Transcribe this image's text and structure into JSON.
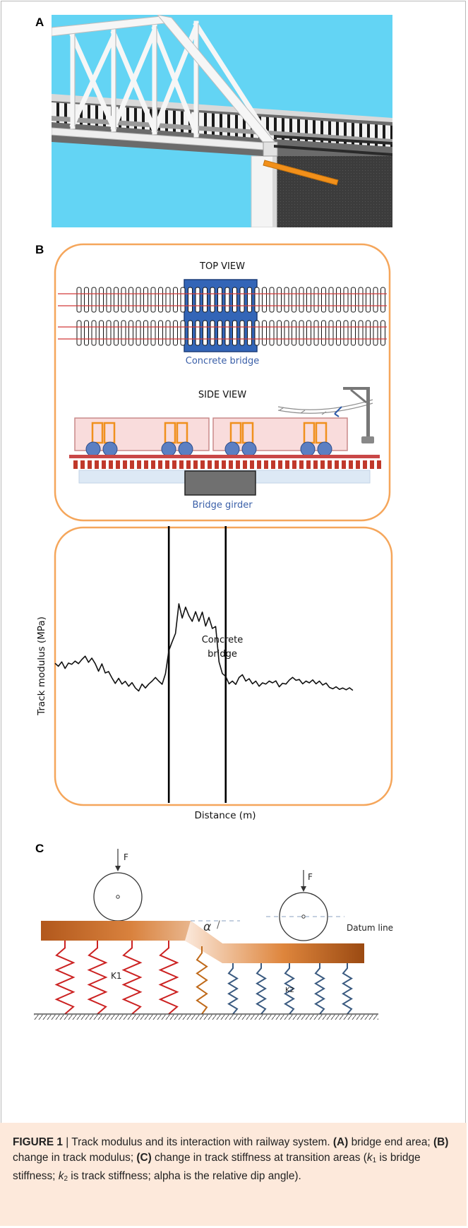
{
  "panels": {
    "a": {
      "letter": "A"
    },
    "b": {
      "letter": "B",
      "top_view_title": "TOP VIEW",
      "concrete_bridge_label": "Concrete  bridge",
      "side_view_title": "SIDE VIEW",
      "bridge_girder_label": "Bridge girder"
    },
    "c": {
      "letter": "C",
      "force_label_1": "F",
      "force_label_2": "F",
      "alpha_label": "α",
      "datum_label": "Datum line",
      "k1_label": "K1",
      "k2_label": "K2"
    }
  },
  "chart_data": {
    "type": "line",
    "title": "",
    "xlabel": "Distance (m)",
    "ylabel": "Track modulus (MPa)",
    "annotation": "Concrete bridge",
    "annotation_lines": [
      "Concrete",
      "bridge"
    ],
    "bridge_start": 34,
    "bridge_end": 51,
    "xlim": [
      0,
      100
    ],
    "ylim": [
      0,
      100
    ],
    "series": [
      {
        "values": [
          [
            0,
            57.4
          ],
          [
            1,
            55.9
          ],
          [
            2,
            58.1
          ],
          [
            3,
            54.8
          ],
          [
            4,
            57.5
          ],
          [
            5,
            56.9
          ],
          [
            6,
            58.5
          ],
          [
            7,
            57.2
          ],
          [
            8,
            59.3
          ],
          [
            9,
            61.0
          ],
          [
            10,
            57.9
          ],
          [
            11,
            60.0
          ],
          [
            12,
            57.2
          ],
          [
            13,
            53.4
          ],
          [
            14,
            57.1
          ],
          [
            15,
            52.5
          ],
          [
            16,
            53.2
          ],
          [
            17,
            50.0
          ],
          [
            18,
            47.2
          ],
          [
            19,
            49.8
          ],
          [
            20,
            46.9
          ],
          [
            21,
            48.3
          ],
          [
            22,
            45.8
          ],
          [
            23,
            47.6
          ],
          [
            24,
            44.9
          ],
          [
            25,
            43.4
          ],
          [
            26,
            46.9
          ],
          [
            27,
            44.9
          ],
          [
            28,
            46.9
          ],
          [
            29,
            48.4
          ],
          [
            30,
            50.2
          ],
          [
            31,
            48.4
          ],
          [
            32,
            46.8
          ],
          [
            33,
            52.1
          ],
          [
            34,
            63.8
          ],
          [
            35,
            68.3
          ],
          [
            36,
            72.5
          ],
          [
            37,
            87.5
          ],
          [
            38,
            80.3
          ],
          [
            39,
            85.8
          ],
          [
            40,
            81.5
          ],
          [
            41,
            78.6
          ],
          [
            42,
            83.5
          ],
          [
            43,
            78.6
          ],
          [
            44,
            83.3
          ],
          [
            45,
            76.2
          ],
          [
            46,
            80.6
          ],
          [
            47,
            75.0
          ],
          [
            48,
            76.0
          ],
          [
            49,
            58.1
          ],
          [
            50,
            52.2
          ],
          [
            51,
            50.8
          ],
          [
            52,
            47.0
          ],
          [
            53,
            48.4
          ],
          [
            54,
            46.7
          ],
          [
            55,
            50.2
          ],
          [
            56,
            51.6
          ],
          [
            57,
            48.4
          ],
          [
            58,
            49.6
          ],
          [
            59,
            47.0
          ],
          [
            60,
            48.4
          ],
          [
            61,
            45.8
          ],
          [
            62,
            47.5
          ],
          [
            63,
            46.9
          ],
          [
            64,
            48.4
          ],
          [
            65,
            47.5
          ],
          [
            66,
            48.5
          ],
          [
            67,
            45.5
          ],
          [
            68,
            47.3
          ],
          [
            69,
            46.9
          ],
          [
            70,
            48.9
          ],
          [
            71,
            50.3
          ],
          [
            72,
            48.8
          ],
          [
            73,
            49.2
          ],
          [
            74,
            47.0
          ],
          [
            75,
            48.4
          ],
          [
            76,
            47.5
          ],
          [
            77,
            49.0
          ],
          [
            78,
            47.0
          ],
          [
            79,
            48.4
          ],
          [
            80,
            46.4
          ],
          [
            81,
            47.4
          ],
          [
            82,
            45.2
          ],
          [
            83,
            44.5
          ],
          [
            84,
            45.5
          ],
          [
            85,
            44.2
          ],
          [
            86,
            44.9
          ],
          [
            87,
            44.0
          ],
          [
            88,
            45.0
          ],
          [
            89,
            43.7
          ]
        ]
      }
    ],
    "axes_visible": false,
    "grid": false,
    "legend": "none"
  },
  "caption": {
    "label": "FIGURE 1",
    "separator": " | ",
    "text_1": "Track modulus and its interaction with railway system. ",
    "a_ref": "(A)",
    "text_2": " bridge end area; ",
    "b_ref": "(B)",
    "text_3": " change in track modulus; ",
    "c_ref": "(C)",
    "text_4": " change in track stiffness at transition areas (",
    "k1_sym": "k",
    "k1_sub": "1",
    "text_5": " is bridge stiffness; ",
    "k2_sym": "k",
    "k2_sub": "2",
    "text_6": " is track stiffness; alpha is the relative dip angle)."
  },
  "colors": {
    "sky": "#63d4f4",
    "orange_outline": "#f5a65b",
    "bridge_blue": "#2f5ba8",
    "rail_red": "#d23a3a",
    "spring_red": "#cc2222",
    "spring_blue": "#3a5a80",
    "spring_orange": "#c06a1a",
    "caption_bg": "#fde9db"
  }
}
